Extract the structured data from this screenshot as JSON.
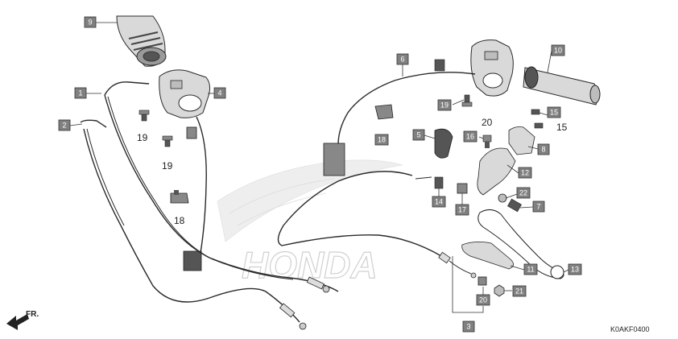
{
  "diagram_code": "K0AKF0400",
  "orientation_label": "FR.",
  "watermark": "HONDA",
  "colors": {
    "box": "#808080",
    "line": "#2a2a2a",
    "part_fill": "#d9d9d9",
    "dark_part": "#555555"
  },
  "callouts": {
    "c1": "1",
    "c2": "2",
    "c3": "3",
    "c4": "4",
    "c5": "5",
    "c6": "6",
    "c7": "7",
    "c8": "8",
    "c9": "9",
    "c10": "10",
    "c11": "11",
    "c12": "12",
    "c13": "13",
    "c14": "14",
    "c15": "15",
    "c16": "16",
    "c17": "17",
    "c18": "18",
    "c20": "20",
    "c21": "21",
    "c22": "22",
    "c19": "19"
  },
  "plain_labels": {
    "p19a": "19",
    "p19b": "19",
    "p18": "18",
    "p15": "15",
    "p20": "20"
  }
}
